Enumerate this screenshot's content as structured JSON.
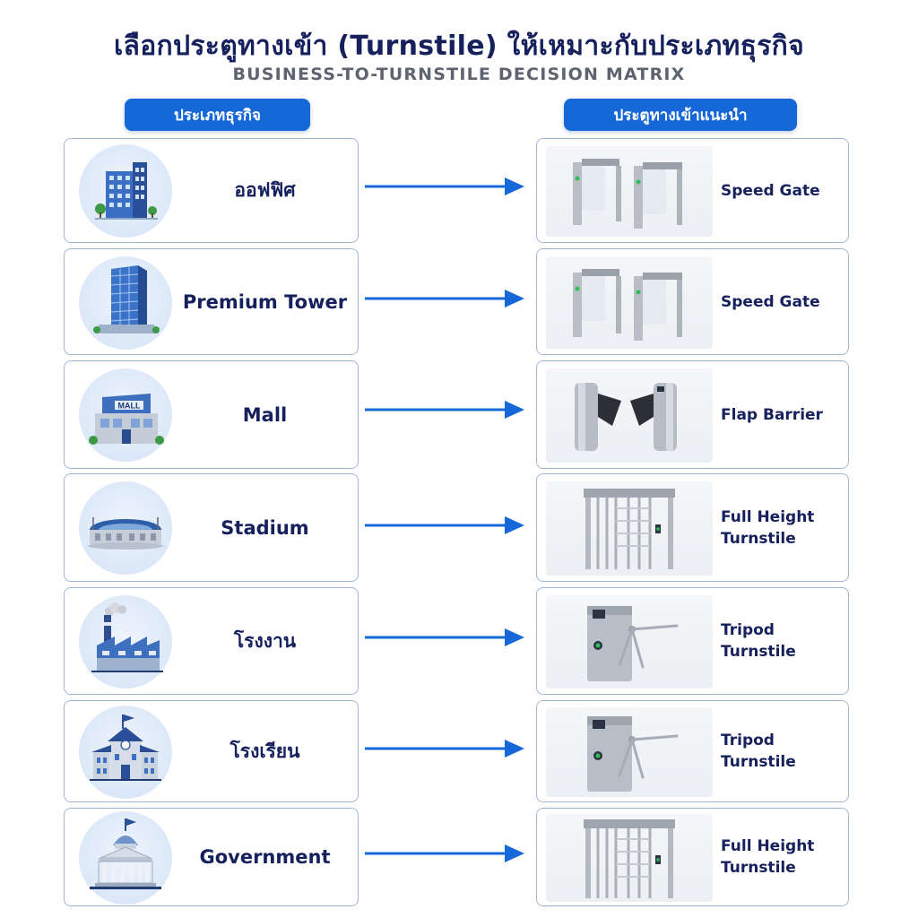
{
  "header": {
    "title": "เลือกประตูทางเข้า (Turnstile) ให้เหมาะกับประเภทธุรกิจ",
    "subtitle": "BUSINESS-TO-TURNSTILE DECISION MATRIX"
  },
  "columns": {
    "business": "ประเภทธุรกิจ",
    "gate": "ประตูทางเข้าแนะนำ"
  },
  "rows": [
    {
      "business": "ออฟฟิศ",
      "building_icon": "office-building-icon",
      "gate_line1": "Speed Gate",
      "gate_line2": "",
      "gate_icon": "speed-gate-icon"
    },
    {
      "business": "Premium Tower",
      "building_icon": "skyscraper-icon",
      "gate_line1": "Speed Gate",
      "gate_line2": "",
      "gate_icon": "speed-gate-icon"
    },
    {
      "business": "Mall",
      "building_icon": "mall-building-icon",
      "building_sign": "MALL",
      "gate_line1": "Flap Barrier",
      "gate_line2": "",
      "gate_icon": "flap-barrier-icon"
    },
    {
      "business": "Stadium",
      "building_icon": "stadium-icon",
      "gate_line1": "Full Height",
      "gate_line2": "Turnstile",
      "gate_icon": "full-height-turnstile-icon"
    },
    {
      "business": "โรงงาน",
      "building_icon": "factory-icon",
      "gate_line1": "Tripod Turnstile",
      "gate_line2": "",
      "gate_icon": "tripod-turnstile-icon"
    },
    {
      "business": "โรงเรียน",
      "building_icon": "school-icon",
      "gate_line1": "Tripod Turnstile",
      "gate_line2": "",
      "gate_icon": "tripod-turnstile-icon"
    },
    {
      "business": "Government",
      "building_icon": "government-building-icon",
      "gate_line1": "Full Height",
      "gate_line2": "Turnstile",
      "gate_icon": "full-height-turnstile-icon"
    }
  ],
  "colors": {
    "accent": "#1668d8",
    "title": "#15205c",
    "subtitle": "#5d6470",
    "card_border": "#9fb6d6"
  }
}
